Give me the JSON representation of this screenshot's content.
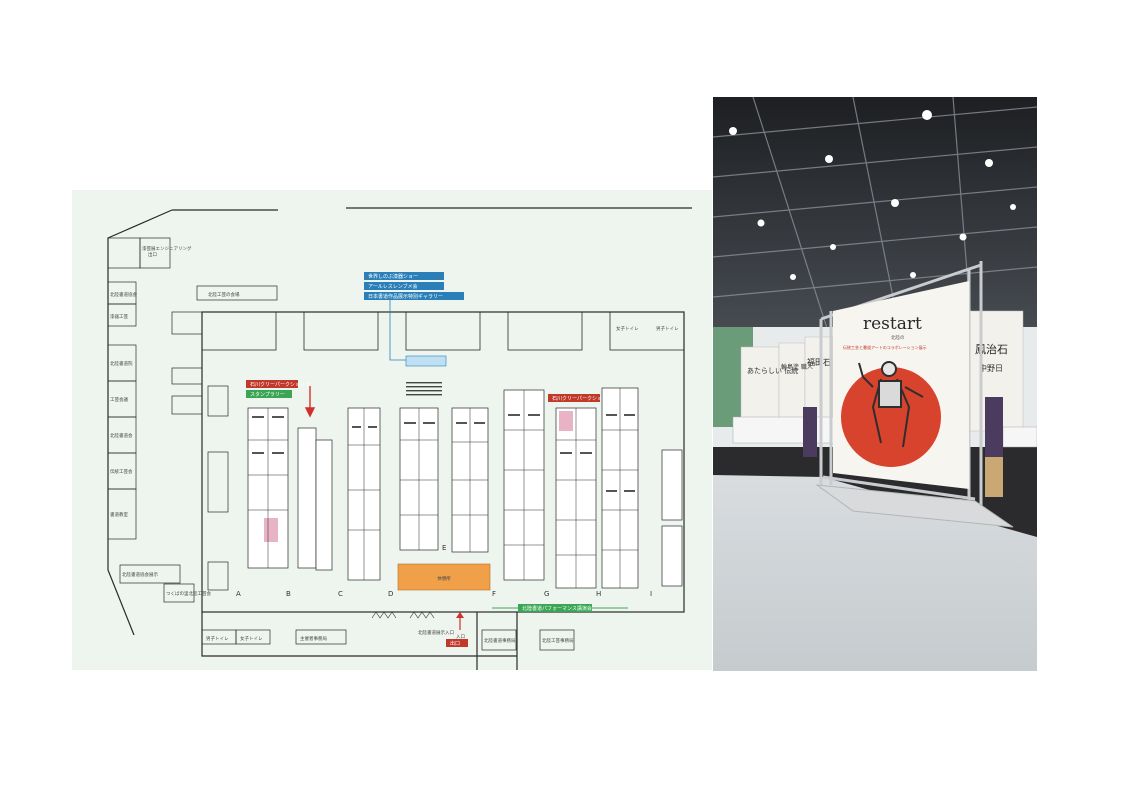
{
  "map": {
    "row_letters": [
      "A",
      "B",
      "C",
      "D",
      "E",
      "F",
      "G",
      "H",
      "I"
    ],
    "tags": {
      "blue1": "世界しのぶ漆器ショー",
      "blue2": "アールレスレンブメ会",
      "blue3": "日本書道作品展示特別ギャラリー",
      "red_left": "石川クリーパークショップ",
      "green_left": "スタンプラリー",
      "red_right": "石川クリーパークショップ",
      "green_bottom": "北陸書道パフォーマンス講演会"
    },
    "center_block": "休憩所",
    "entrance": "入口",
    "entrance_note": "北陸書道展示入口",
    "exit_box": "出口",
    "rooms": {
      "top_left_a": "漆芸展エンジニアリング",
      "top_left_b": "出口",
      "top_label": "北陸工芸の会場",
      "top_right_a": "女子トイレ",
      "top_right_b": "男子トイレ",
      "bottom_left_a": "男子トイレ",
      "bottom_left_b": "女子トイレ",
      "bottom_left_c": "主催者事務局",
      "bottom_right_a": "北陸書道事務局",
      "bottom_right_b": "北陸工芸事務局",
      "bottom_left_d": "北陸書道協会展示",
      "bottom_left_e": "つくばの里北陸工芸会",
      "side_left": [
        "北陸書道協会",
        "漆器工芸",
        "北陸書道院",
        "工芸会議",
        "北陸書道会",
        "伝統工芸会",
        "書道教室"
      ]
    }
  },
  "photo": {
    "sign_main": "restart",
    "sign_sub_small": "北陸の",
    "sign_tagline": "伝統工芸と書道アートのコラボレーション展示",
    "banner_left1": "あたらしい 伝統",
    "banner_left2": "輪島塗 職人",
    "banner_left3": "福田石",
    "banner_right1": "鳳治石",
    "banner_right2": "中野日"
  },
  "colors": {
    "map_bg": "#eef5ee",
    "wall": "#2a2a2a",
    "blue_tag": "#2a7fb8",
    "red_tag": "#c0392b",
    "green_tag": "#3aa655",
    "orange_block": "#f1a04a",
    "pink": "#e8b3c4",
    "sun_red": "#d8432e"
  }
}
